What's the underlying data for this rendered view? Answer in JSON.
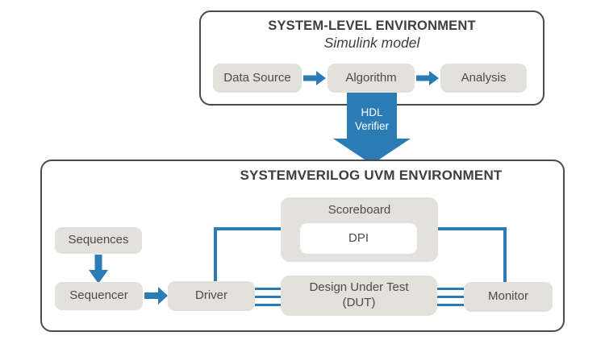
{
  "palette": {
    "accent_blue": "#2b7cb5",
    "node_gray": "#e2e1dc",
    "panel_border": "#4b4b4b",
    "title_text": "#3e3e3e",
    "node_text": "#4c4b47",
    "background": "#ffffff"
  },
  "system_env": {
    "title": "SYSTEM-LEVEL ENVIRONMENT",
    "subtitle": "Simulink model",
    "nodes": {
      "data_source": "Data Source",
      "algorithm": "Algorithm",
      "analysis": "Analysis"
    }
  },
  "bridge": {
    "label_line1": "HDL",
    "label_line2": "Verifier"
  },
  "uvm_env": {
    "title": "SYSTEMVERILOG UVM ENVIRONMENT",
    "nodes": {
      "sequences": "Sequences",
      "sequencer": "Sequencer",
      "driver": "Driver",
      "scoreboard": "Scoreboard",
      "dpi": "DPI",
      "dut_line1": "Design Under Test",
      "dut_line2": "(DUT)",
      "monitor": "Monitor"
    }
  }
}
